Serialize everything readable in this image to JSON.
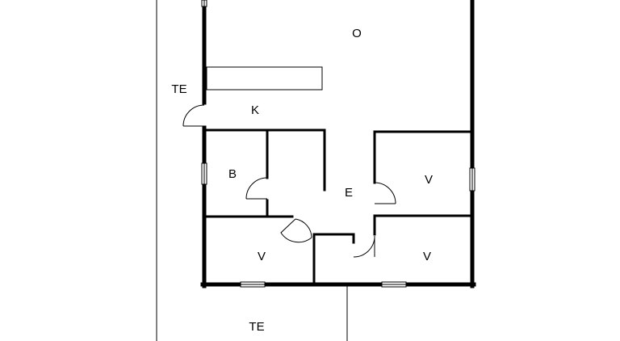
{
  "plan": {
    "colors": {
      "background": "#ffffff",
      "wall": "#000000"
    },
    "rooms": {
      "living": "O",
      "kitchen": "K",
      "bath": "B",
      "hall": "E",
      "bedroom_right_upper": "V",
      "bedroom_left_lower": "V",
      "bedroom_right_lower": "V"
    },
    "terraces": {
      "side": "TE",
      "bottom": "TE"
    }
  }
}
